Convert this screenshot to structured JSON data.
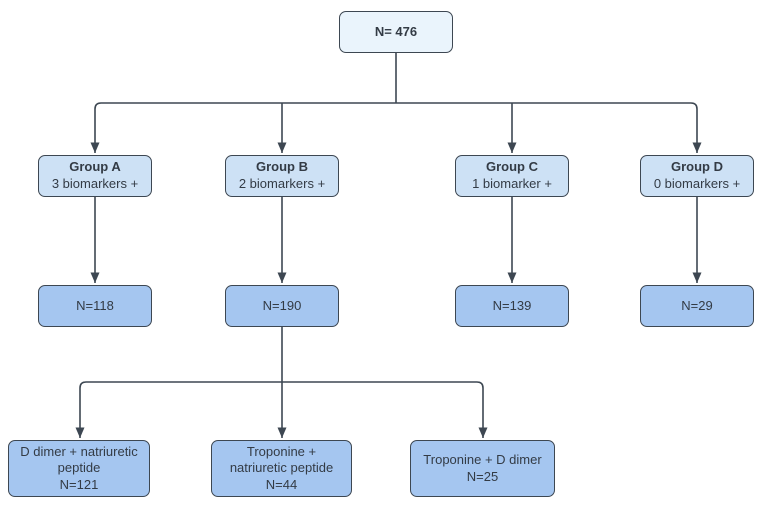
{
  "colors": {
    "background": "#ffffff",
    "line": "#3d4752",
    "box-border": "#3d4752",
    "text": "#333b45",
    "root-fill": "#eaf4fc",
    "group-fill": "#cde1f5",
    "count-fill": "#a5c6f0"
  },
  "diagram": {
    "type": "flowchart",
    "root": {
      "label": "N= 476"
    },
    "groups": [
      {
        "title": "Group A",
        "subtitle": "3 biomarkers +",
        "count": "N=118"
      },
      {
        "title": "Group B",
        "subtitle": "2 biomarkers +",
        "count": "N=190"
      },
      {
        "title": "Group C",
        "subtitle": "1 biomarker +",
        "count": "N=139"
      },
      {
        "title": "Group D",
        "subtitle": "0 biomarkers +",
        "count": "N=29"
      }
    ],
    "breakdown_parent": "N=190",
    "breakdown": [
      {
        "label": "D dimer + natriuretic peptide",
        "count": "N=121"
      },
      {
        "label": "Troponine + natriuretic peptide",
        "count": "N=44"
      },
      {
        "label": "Troponine + D dimer",
        "count": "N=25"
      }
    ]
  }
}
